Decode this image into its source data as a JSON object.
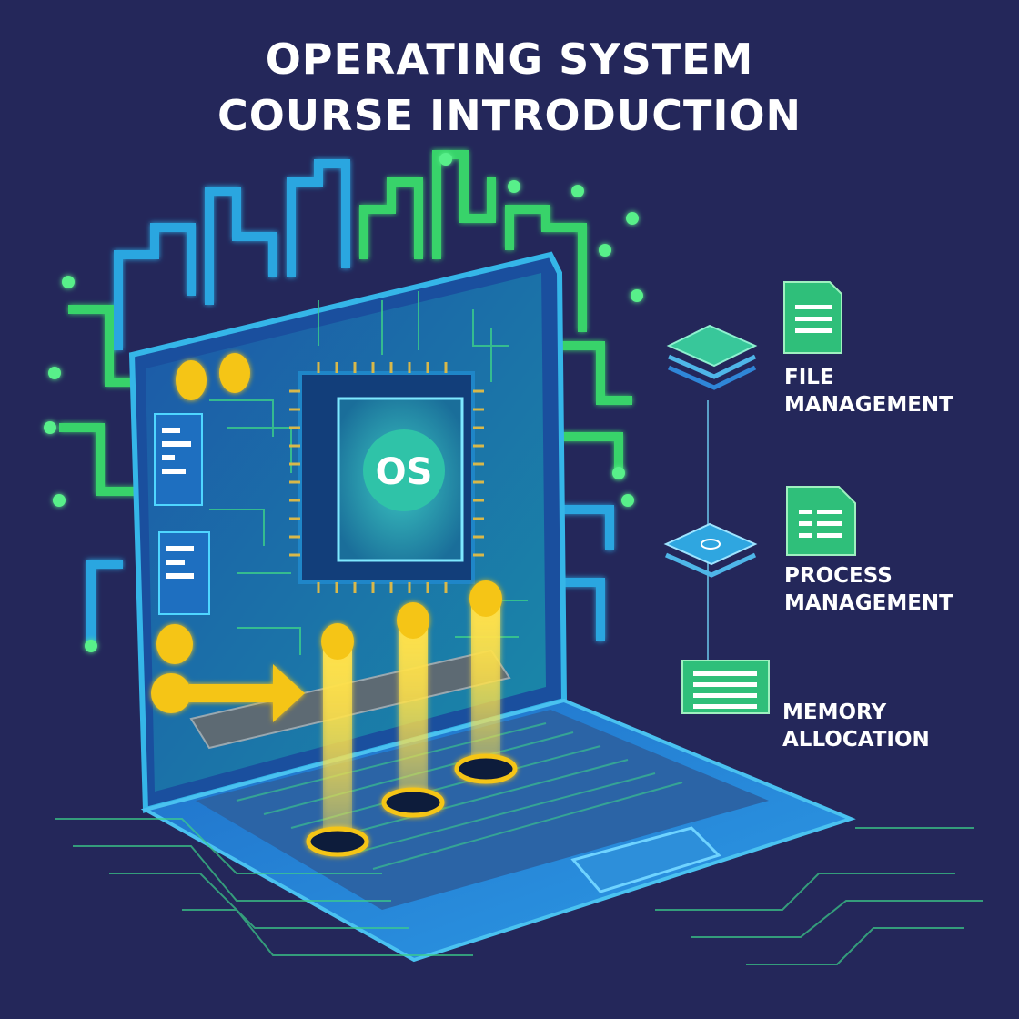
{
  "header": {
    "title_line1": "OPERATING SYSTEM",
    "title_line2": "COURSE INTRODUCTION"
  },
  "chip": {
    "label": "OS"
  },
  "features": [
    {
      "line1": "FILE",
      "line2": "MANAGEMENT",
      "icon": "stacked-layers-icon"
    },
    {
      "line1": "PROCESS",
      "line2": "MANAGEMENT",
      "icon": "document-icon"
    },
    {
      "line1": "MEMORY",
      "line2": "ALLOCATION",
      "icon": "spreadsheet-icon"
    }
  ],
  "colors": {
    "background": "#24275a",
    "screen": "#1e63b8",
    "trace_green": "#39d36b",
    "trace_blue": "#2aa6e0",
    "chip_teal": "#2fc3a8",
    "gold": "#f5c518",
    "text": "#ffffff"
  }
}
